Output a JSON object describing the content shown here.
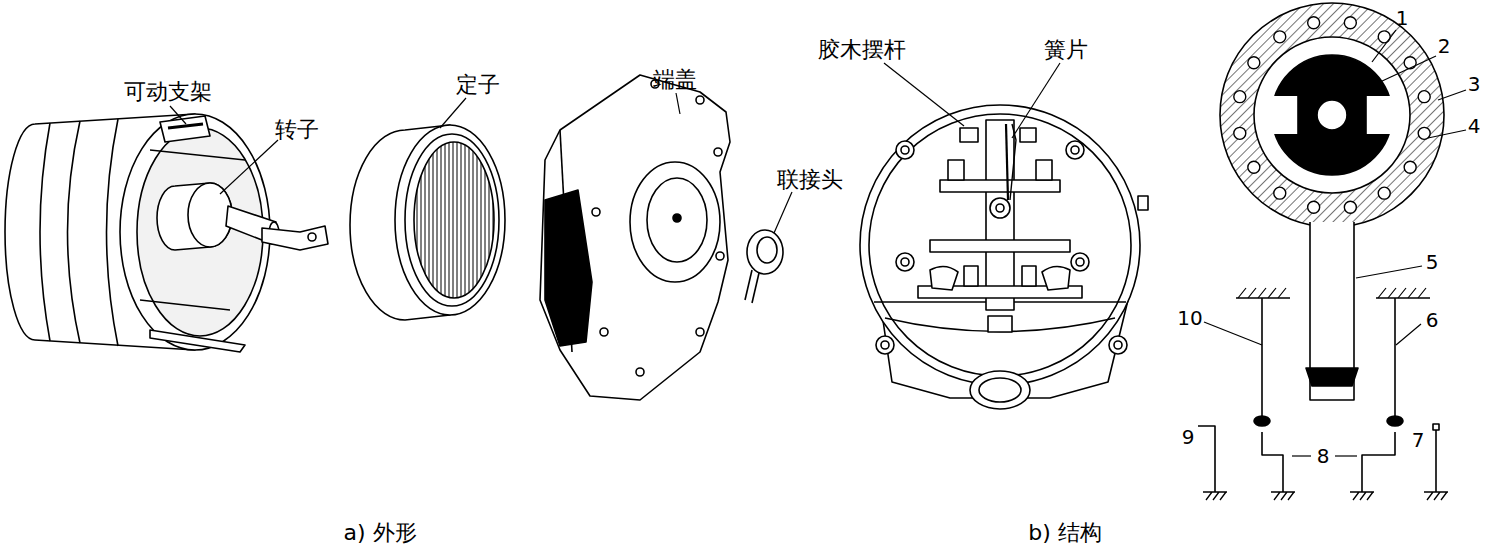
{
  "diagram": {
    "labels": [
      "可动支架",
      "转子",
      "定子",
      "端盖",
      "联接头",
      "胶木摆杆",
      "簧片",
      "1",
      "2",
      "3",
      "4",
      "5",
      "10",
      "6",
      "9",
      "8",
      "7",
      "a) 外形",
      "b) 结构"
    ]
  }
}
